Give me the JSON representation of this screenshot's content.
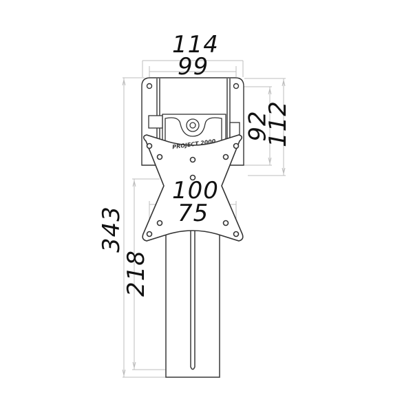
{
  "diagram": {
    "type": "technical-dimension-drawing",
    "subject": "TV wall mount bracket (front view)",
    "brand_label": "PROJECT 2000",
    "colors": {
      "outline": "#333333",
      "dimension_line": "#bbbbbb",
      "text": "#111111",
      "background": "#ffffff"
    },
    "dimensions": {
      "overall_width": "114",
      "inner_width": "99",
      "plate_inner_height": "92",
      "plate_outer_height": "112",
      "vesa_large": "100",
      "vesa_small": "75",
      "total_height": "343",
      "arm_height": "218"
    }
  }
}
